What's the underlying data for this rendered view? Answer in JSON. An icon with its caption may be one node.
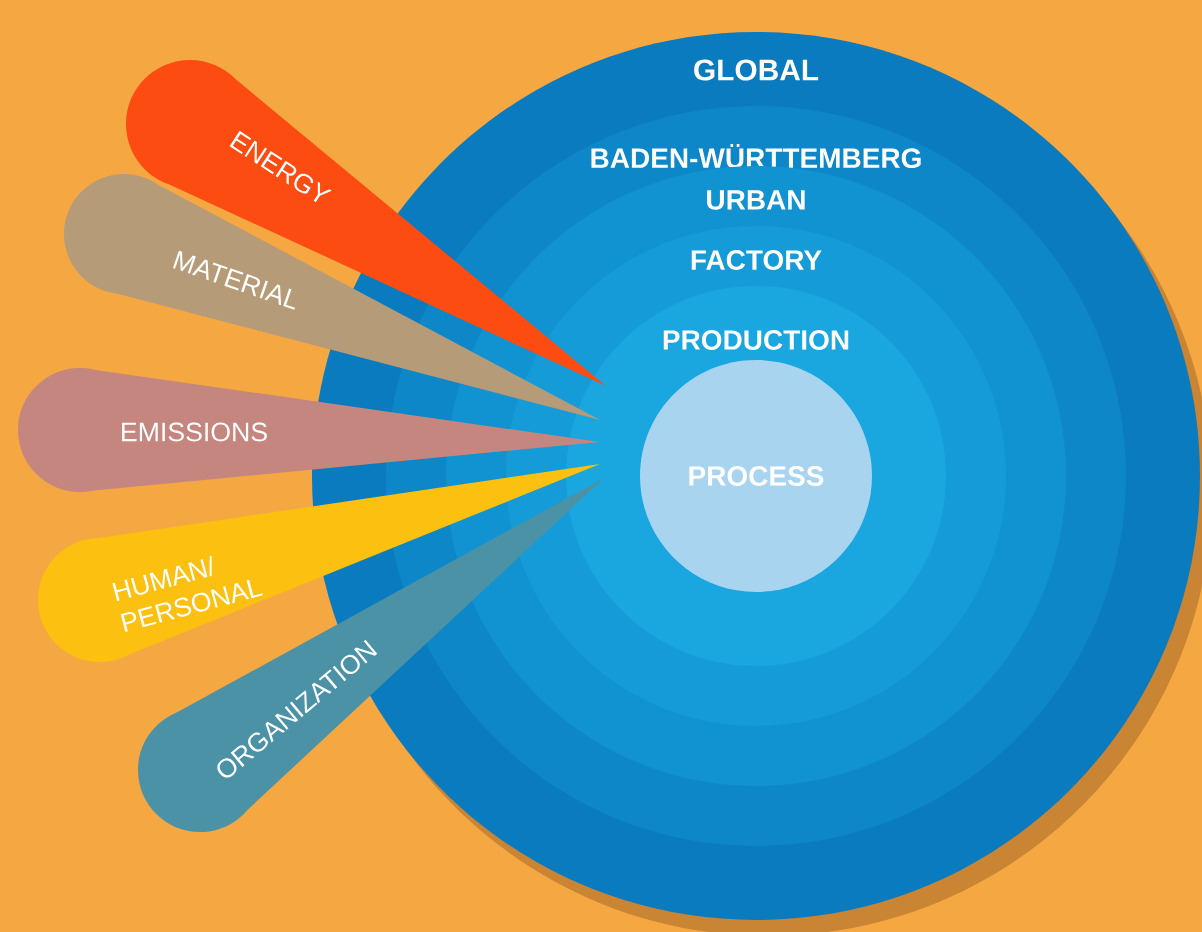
{
  "diagram": {
    "nodes": [
      {
        "text": [
          "GLOBAL"
        ]
      },
      {
        "text": [
          "BADEN-WÜRTTEMBERG"
        ],
        "in": 0
      },
      {
        "text": [
          "URBAN"
        ],
        "in": 1
      },
      {
        "text": [
          "FACTORY"
        ],
        "in": 2
      },
      {
        "text": [
          "PRODUCTION"
        ],
        "in": 3
      },
      {
        "text": [
          "PROCESS"
        ],
        "in": 4
      },
      {
        "text": [
          "ENERGY"
        ]
      },
      {
        "text": [
          "MATERIAL"
        ]
      },
      {
        "text": [
          "EMISSIONS"
        ]
      },
      {
        "text": [
          "HUMAN/ PERSONAL"
        ]
      },
      {
        "text": [
          "ORGANIZATION"
        ]
      }
    ]
  }
}
